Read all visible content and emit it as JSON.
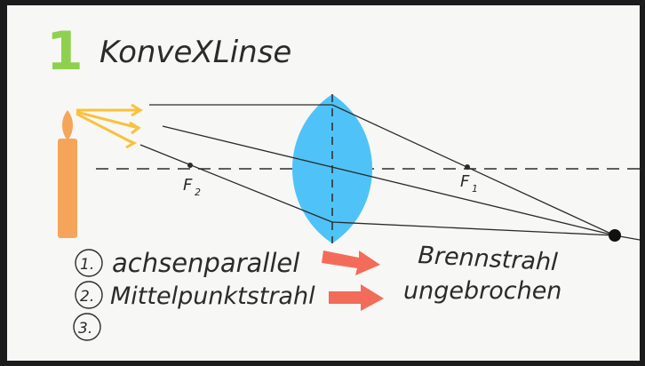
{
  "title": {
    "number": "1",
    "text": "KonveXLinse"
  },
  "focal_points": {
    "left": "F",
    "left_sub": "2",
    "right": "F",
    "right_sub": "1"
  },
  "list": {
    "items": [
      {
        "marker": "1.",
        "text": "achsenparallel"
      },
      {
        "marker": "2.",
        "text": "Mittelpunktstrahl"
      },
      {
        "marker": "3.",
        "text": ""
      }
    ]
  },
  "results": {
    "first": "Brennstrahl",
    "second": "ungebrochen"
  },
  "colors": {
    "board": "#f7f7f5",
    "title_number": "#8fd14f",
    "lens": "#4fc3f7",
    "candle": "#f5a55a",
    "flame": "#f9c23c",
    "arrow": "#f36c5a",
    "ink": "#2b2b2b"
  }
}
